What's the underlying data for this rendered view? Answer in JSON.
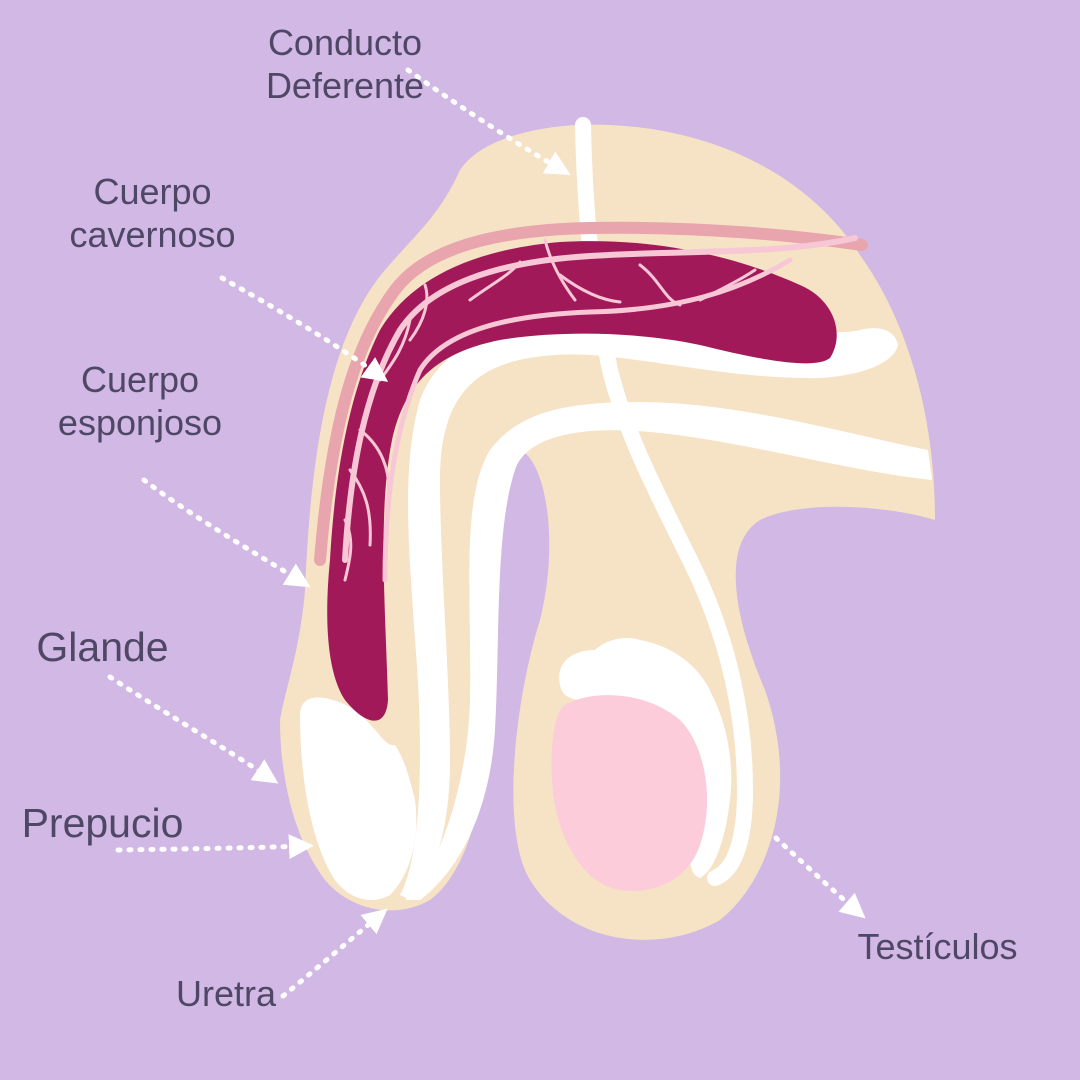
{
  "colors": {
    "background": "#d2b8e4",
    "skin": "#f6e2c5",
    "white_tissue": "#ffffff",
    "corpus_cavernosum": "#a2195a",
    "vessel_dark": "#e8a5ad",
    "vessel_light": "#f7c7d6",
    "testicle": "#fcccdb",
    "label_text": "#4f4766",
    "arrow": "#ffffff"
  },
  "labels": {
    "conducto_deferente": [
      "Conducto",
      "Deferente"
    ],
    "cuerpo_cavernoso": [
      "Cuerpo",
      "cavernoso"
    ],
    "cuerpo_esponjoso": [
      "Cuerpo",
      "esponjoso"
    ],
    "glande": "Glande",
    "prepucio": "Prepucio",
    "uretra": "Uretra",
    "testiculos": "Testículos"
  }
}
